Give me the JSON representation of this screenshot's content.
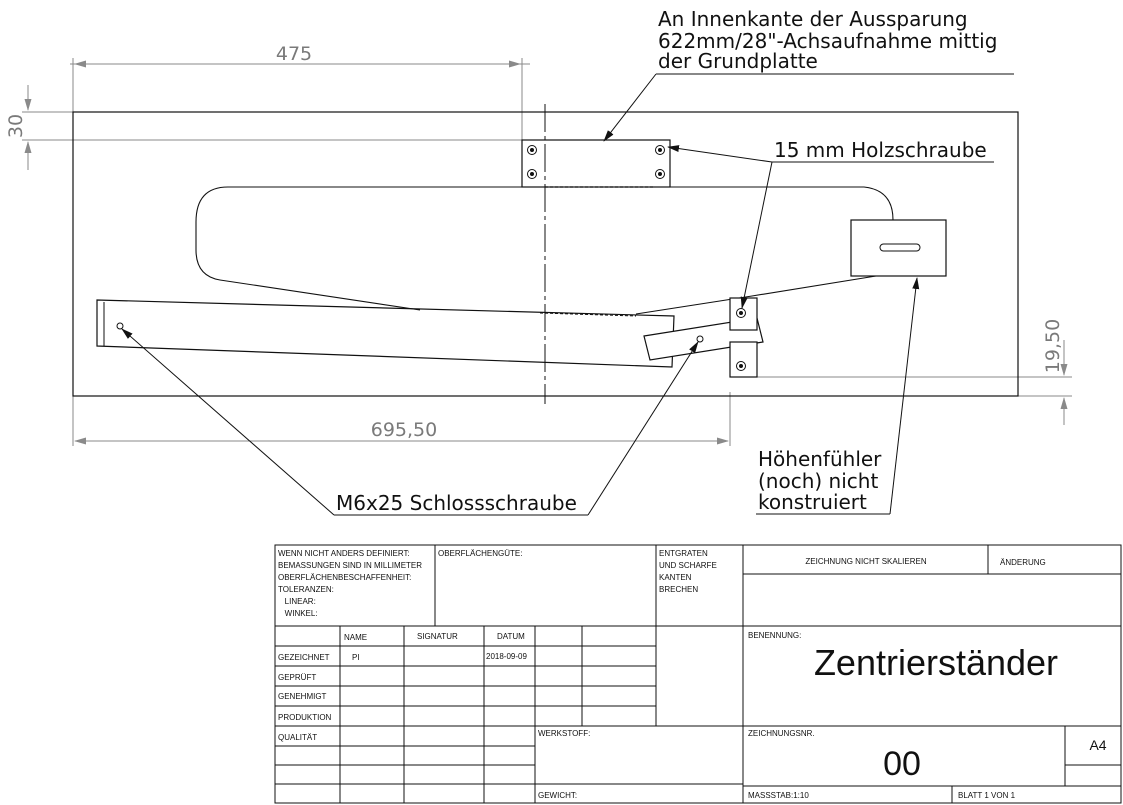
{
  "dimensions": {
    "width_top": "475",
    "height_left": "30",
    "width_bottom": "695,50",
    "height_right": "19,50"
  },
  "annotations": {
    "axle_line1": "An Innenkante der Aussparung",
    "axle_line2": "622mm/28\"-Achsaufnahme mittig",
    "axle_line3": "der Grundplatte",
    "wood_screw": "15 mm Holzschraube",
    "sensor_line1": "Höhenfühler",
    "sensor_line2": "(noch) nicht",
    "sensor_line3": "konstruiert",
    "carriage_bolt": "M6x25 Schlossschraube"
  },
  "title_block": {
    "defaults_lines": [
      "WENN NICHT ANDERS DEFINIERT:",
      "BEMASSUNGEN SIND IN MILLIMETER",
      "OBERFLÄCHENBESCHAFFENHEIT:",
      "TOLERANZEN:",
      "   LINEAR:",
      "   WINKEL:"
    ],
    "surface_quality": "OBERFLÄCHENGÜTE:",
    "deburr_lines": [
      "ENTGRATEN",
      "UND SCHARFE",
      "KANTEN",
      "BRECHEN"
    ],
    "do_not_scale": "ZEICHNUNG NICHT SKALIEREN",
    "revision": "ÄNDERUNG",
    "col_name": "NAME",
    "col_signature": "SIGNATUR",
    "col_date": "DATUM",
    "row_drawn": "GEZEICHNET",
    "row_drawn_name": "PI",
    "row_drawn_date": "2018-09-09",
    "row_checked": "GEPRÜFT",
    "row_approved": "GENEHMIGT",
    "row_production": "PRODUKTION",
    "row_quality": "QUALITÄT",
    "title_label": "BENENNUNG:",
    "title": "Zentrierständer",
    "material_label": "WERKSTOFF:",
    "drawing_no_label": "ZEICHNUNGSNR.",
    "drawing_no": "00",
    "sheet_format": "A4",
    "weight_label": "GEWICHT:",
    "scale": "MASSSTAB:1:10",
    "sheet": "BLATT 1 VON 1"
  }
}
